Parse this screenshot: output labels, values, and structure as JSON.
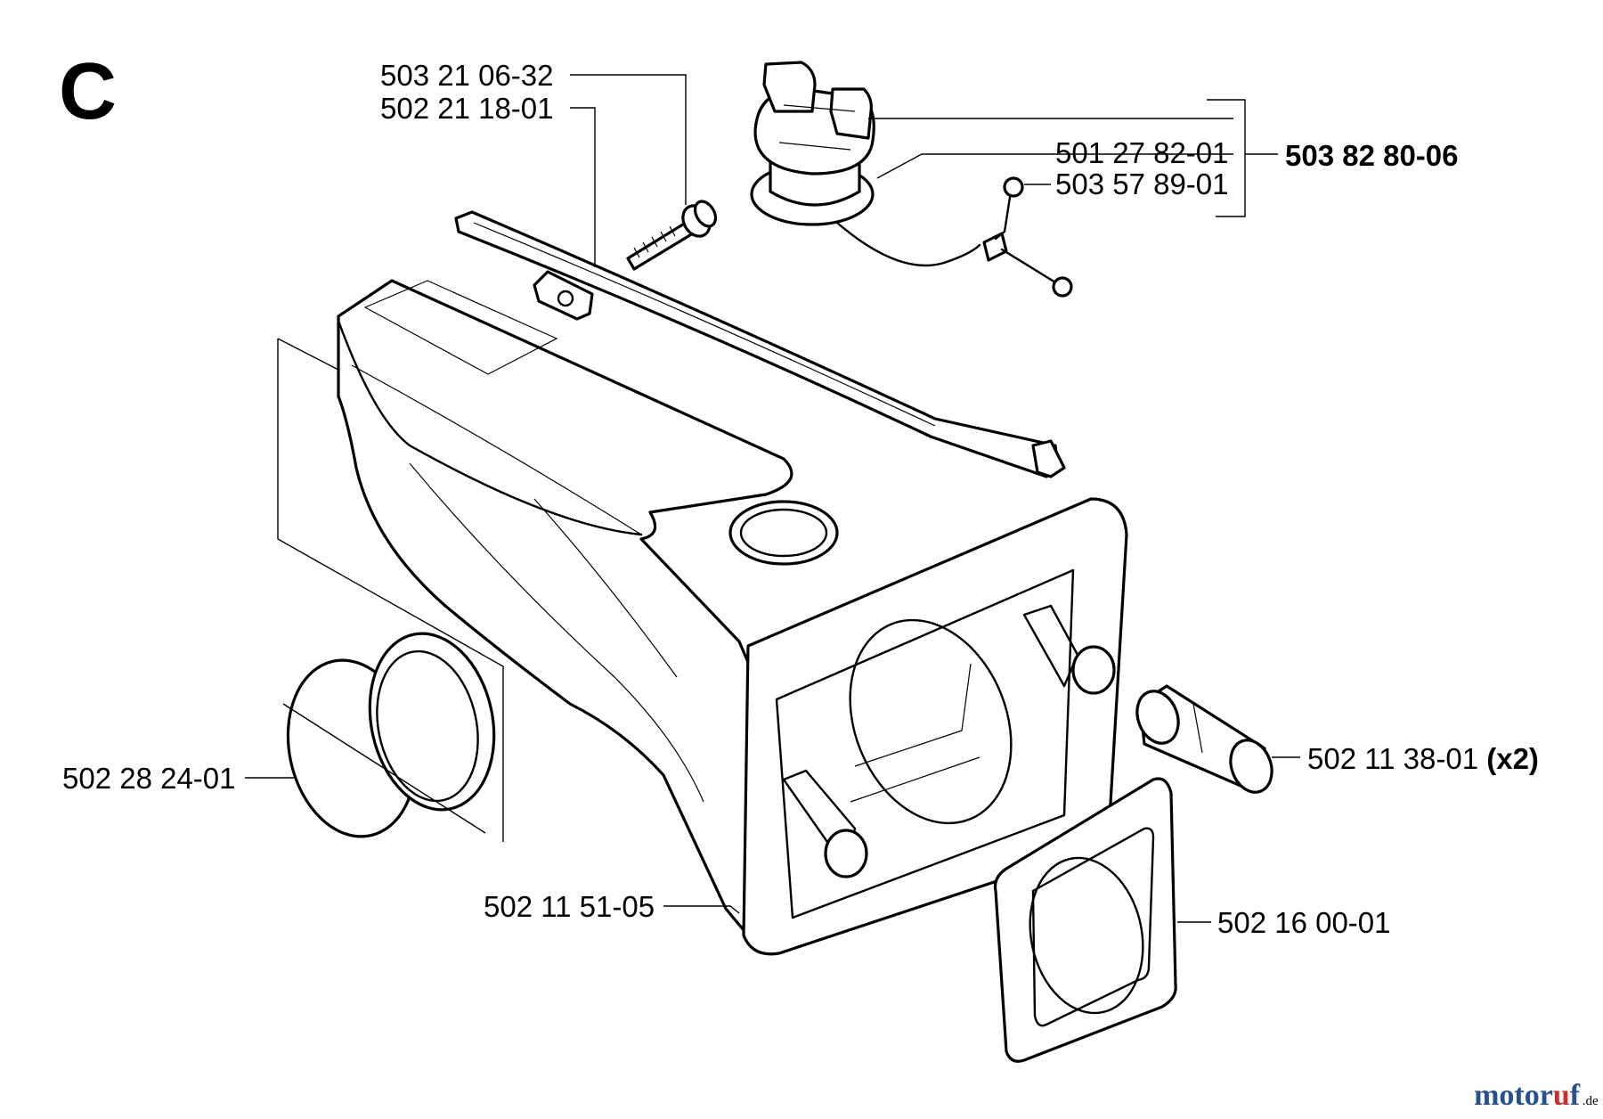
{
  "section_label": "C",
  "part_numbers": {
    "bolt": "503 21 06-32",
    "strap": "502 21 18-01",
    "cap": "501 27 82-01",
    "cord": "503 57 89-01",
    "cap_kit": "503 82 80-06",
    "sleeve": "502 28 24-01",
    "tank": "502 11 51-05",
    "damper": "502 11 38-01",
    "gasket": "502 16 00-01"
  },
  "qty_note": "(x2)",
  "watermark": {
    "brand": "motoruf",
    "tld": ".de",
    "colors": {
      "main": "#2a4f8f",
      "dot": "#c8322c"
    }
  }
}
